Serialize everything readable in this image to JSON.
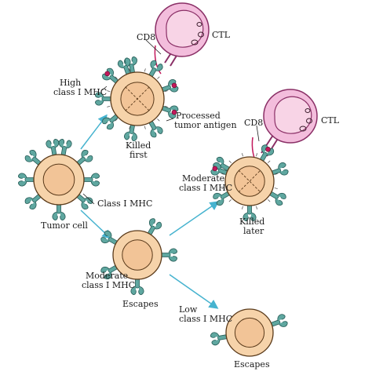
{
  "labels": {
    "cd8_top": "CD8",
    "ctl_top": "CTL",
    "high_mhc_line1": "High",
    "high_mhc_line2": "class I MHC",
    "processed_line1": "Processed",
    "processed_line2": "tumor antigen",
    "killed_first_line1": "Killed",
    "killed_first_line2": "first",
    "cd8_mid": "CD8",
    "ctl_mid": "CTL",
    "moderate_right_line1": "Moderate",
    "moderate_right_line2": "class I MHC",
    "class_i_mhc": "Class I MHC",
    "tumor_cell": "Tumor cell",
    "killed_later_line1": "Killed",
    "killed_later_line2": "later",
    "moderate_bottom_line1": "Moderate",
    "moderate_bottom_line2": "class I MHC",
    "escapes_mid": "Escapes",
    "low_mhc_line1": "Low",
    "low_mhc_line2": "class I MHC",
    "escapes_bottom": "Escapes"
  },
  "colors": {
    "cell_fill": "#f6d3aa",
    "cell_outline": "#5a3a1a",
    "nucleus_fill": "#f2c497",
    "mhc_fill": "#5fa7a0",
    "mhc_outline": "#245a55",
    "ctl_fill": "#f3bddc",
    "ctl_outline": "#8a2f66",
    "arrow": "#46b3cf",
    "antigen": "#c2185b"
  },
  "icons": {
    "mhc": "class-i-mhc-receptor",
    "ctl": "cytotoxic-t-lymphocyte",
    "tumor": "tumor-cell"
  }
}
